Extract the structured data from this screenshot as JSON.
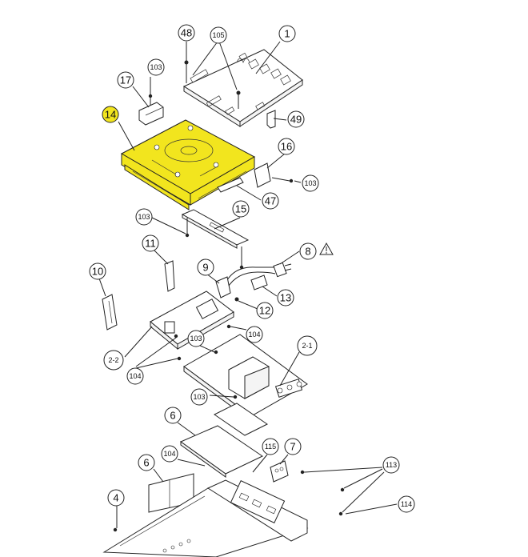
{
  "diagram": {
    "highlight_color": "#f2e51e",
    "warning_icon": "warning-triangle-icon",
    "callouts": [
      {
        "id": "c48",
        "label": "48",
        "highlighted": false
      },
      {
        "id": "c105",
        "label": "105",
        "highlighted": false
      },
      {
        "id": "c1",
        "label": "1",
        "highlighted": false
      },
      {
        "id": "c103a",
        "label": "103",
        "highlighted": false
      },
      {
        "id": "c17",
        "label": "17",
        "highlighted": false
      },
      {
        "id": "c14",
        "label": "14",
        "highlighted": true
      },
      {
        "id": "c49",
        "label": "49",
        "highlighted": false
      },
      {
        "id": "c16",
        "label": "16",
        "highlighted": false
      },
      {
        "id": "c103b",
        "label": "103",
        "highlighted": false
      },
      {
        "id": "c47",
        "label": "47",
        "highlighted": false
      },
      {
        "id": "c103c",
        "label": "103",
        "highlighted": false
      },
      {
        "id": "c15",
        "label": "15",
        "highlighted": false
      },
      {
        "id": "c8",
        "label": "8",
        "highlighted": false
      },
      {
        "id": "c11",
        "label": "11",
        "highlighted": false
      },
      {
        "id": "c9",
        "label": "9",
        "highlighted": false
      },
      {
        "id": "c10",
        "label": "10",
        "highlighted": false
      },
      {
        "id": "c13",
        "label": "13",
        "highlighted": false
      },
      {
        "id": "c12",
        "label": "12",
        "highlighted": false
      },
      {
        "id": "c104a",
        "label": "104",
        "highlighted": false
      },
      {
        "id": "c103d",
        "label": "103",
        "highlighted": false
      },
      {
        "id": "c2-1",
        "label": "2-1",
        "highlighted": false
      },
      {
        "id": "c2-2",
        "label": "2-2",
        "highlighted": false
      },
      {
        "id": "c104b",
        "label": "104",
        "highlighted": false
      },
      {
        "id": "c103e",
        "label": "103",
        "highlighted": false
      },
      {
        "id": "c6a",
        "label": "6",
        "highlighted": false
      },
      {
        "id": "c115",
        "label": "115",
        "highlighted": false
      },
      {
        "id": "c7",
        "label": "7",
        "highlighted": false
      },
      {
        "id": "c104c",
        "label": "104",
        "highlighted": false
      },
      {
        "id": "c6b",
        "label": "6",
        "highlighted": false
      },
      {
        "id": "c113",
        "label": "113",
        "highlighted": false
      },
      {
        "id": "c4",
        "label": "4",
        "highlighted": false
      },
      {
        "id": "c114",
        "label": "114",
        "highlighted": false
      }
    ]
  }
}
